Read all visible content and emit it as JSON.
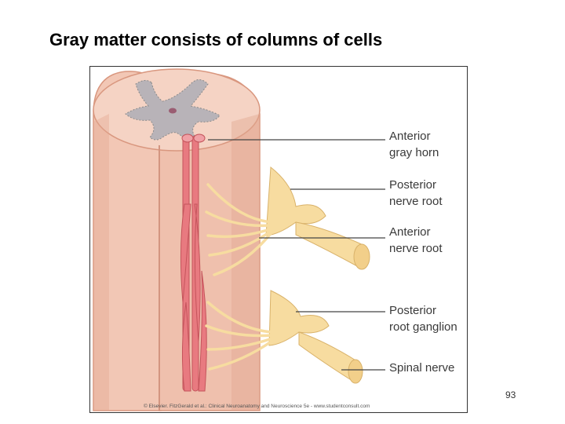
{
  "slide": {
    "title": "Gray matter consists of columns of cells",
    "page_number": "93"
  },
  "figure": {
    "labels": {
      "anterior_gray_horn": [
        "Anterior",
        "gray horn"
      ],
      "posterior_nerve_root": [
        "Posterior",
        "nerve root"
      ],
      "anterior_nerve_root": [
        "Anterior",
        "nerve root"
      ],
      "posterior_root_ganglion": [
        "Posterior",
        "root ganglion"
      ],
      "spinal_nerve": [
        "Spinal nerve"
      ]
    },
    "caption": "© Elsevier. FitzGerald et al.: Clinical Neuroanatomy and Neuroscience 5e - www.studentconsult.com",
    "colors": {
      "cord_outer": "#f2c7b5",
      "cord_shadow": "#e3a892",
      "gray_matter": "#b8b3b8",
      "cell_columns": "#e87a80",
      "nerve_roots": "#f7dca0",
      "leader_line": "#444444"
    }
  }
}
